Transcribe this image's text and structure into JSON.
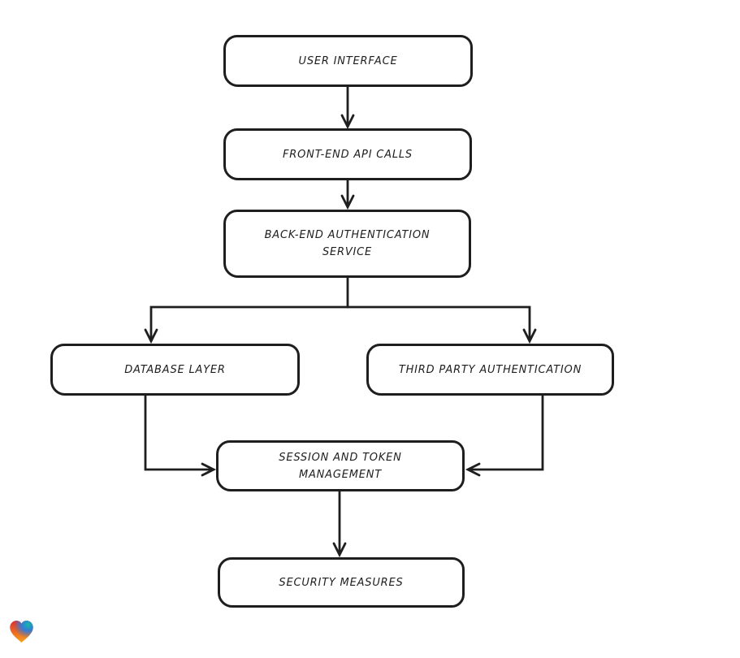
{
  "diagram": {
    "type": "flowchart",
    "stroke_color": "#1e1e1e",
    "background_color": "#ffffff",
    "nodes": [
      {
        "id": "user-interface",
        "label": "USER INTERFACE"
      },
      {
        "id": "front-end-api-calls",
        "label": "FRONT-END API CALLS"
      },
      {
        "id": "back-end-authentication-service",
        "label": "BACK-END AUTHENTICATION\nSERVICE"
      },
      {
        "id": "database-layer",
        "label": "DATABASE LAYER"
      },
      {
        "id": "third-party-authentication",
        "label": "THIRD PARTY AUTHENTICATION"
      },
      {
        "id": "session-and-token-management",
        "label": "SESSION AND TOKEN\nMANAGEMENT"
      },
      {
        "id": "security-measures",
        "label": "SECURITY MEASURES"
      }
    ],
    "edges": [
      {
        "from": "user-interface",
        "to": "front-end-api-calls"
      },
      {
        "from": "front-end-api-calls",
        "to": "back-end-authentication-service"
      },
      {
        "from": "back-end-authentication-service",
        "to": "database-layer"
      },
      {
        "from": "back-end-authentication-service",
        "to": "third-party-authentication"
      },
      {
        "from": "database-layer",
        "to": "session-and-token-management"
      },
      {
        "from": "third-party-authentication",
        "to": "session-and-token-management"
      },
      {
        "from": "session-and-token-management",
        "to": "security-measures"
      }
    ]
  },
  "logo": {
    "icon": "heart-icon",
    "colors": {
      "red": "#e02d2d",
      "teal": "#14b8a6",
      "blue": "#2b7de0",
      "orange": "#f7a21c"
    }
  }
}
